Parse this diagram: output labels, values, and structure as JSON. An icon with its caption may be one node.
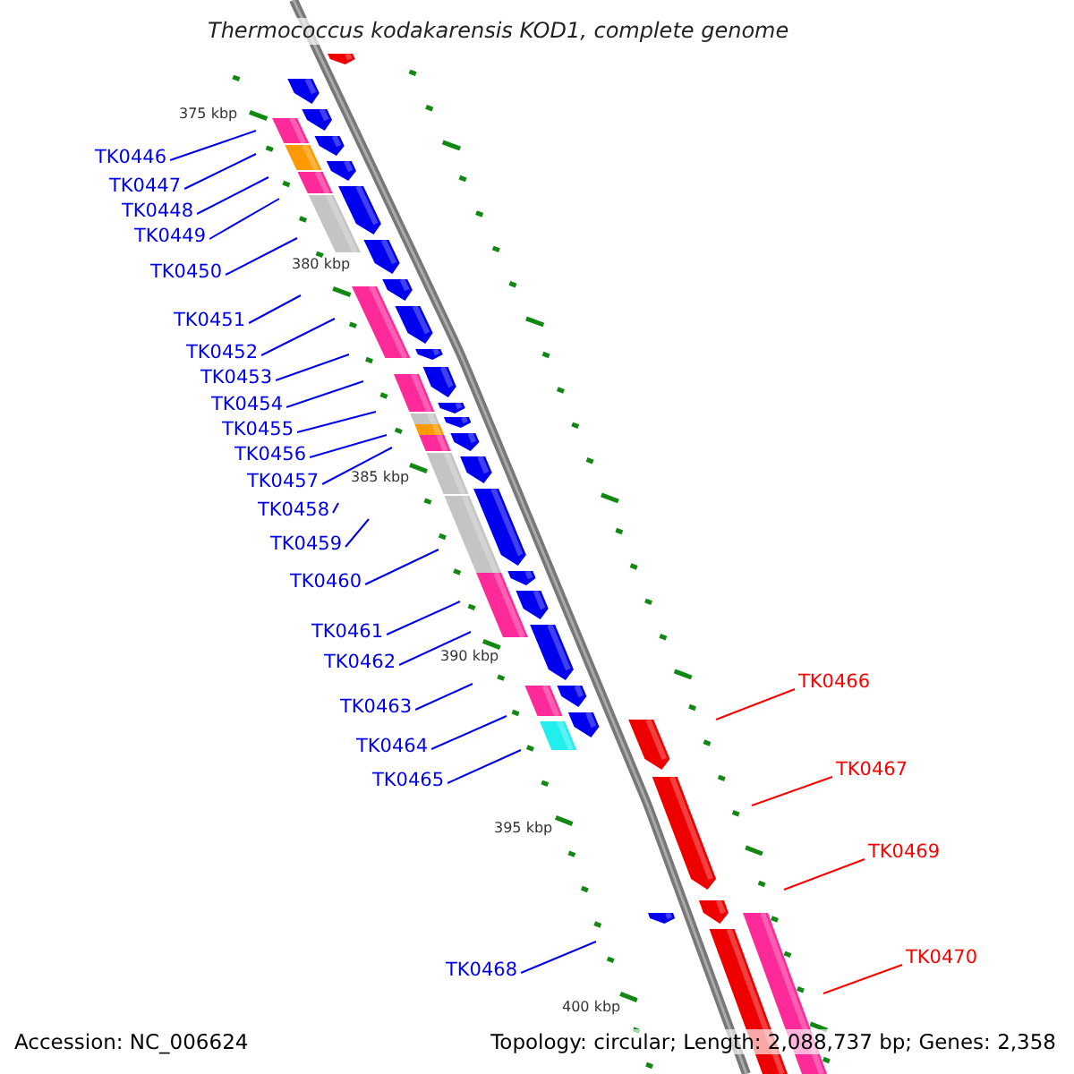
{
  "diagram": {
    "title": "Thermococcus kodakarensis KOD1, complete genome",
    "nodes": [
      {
        "text": [
          "TK0446"
        ]
      },
      {
        "text": [
          "TK0447"
        ]
      },
      {
        "text": [
          "TK0448"
        ]
      },
      {
        "text": [
          "TK0449"
        ]
      },
      {
        "text": [
          "TK0450"
        ]
      },
      {
        "text": [
          "TK0451"
        ]
      },
      {
        "text": [
          "TK0452"
        ]
      },
      {
        "text": [
          "TK0453"
        ]
      },
      {
        "text": [
          "TK0454"
        ]
      },
      {
        "text": [
          "TK0455"
        ]
      },
      {
        "text": [
          "TK0456"
        ]
      },
      {
        "text": [
          "TK0457"
        ]
      },
      {
        "text": [
          "TK0458"
        ]
      },
      {
        "text": [
          "TK0459"
        ]
      },
      {
        "text": [
          "TK0460"
        ]
      },
      {
        "text": [
          "TK0461"
        ]
      },
      {
        "text": [
          "TK0462"
        ]
      },
      {
        "text": [
          "TK0463"
        ]
      },
      {
        "text": [
          "TK0464"
        ]
      },
      {
        "text": [
          "TK0465"
        ]
      },
      {
        "text": [
          "TK0466"
        ]
      },
      {
        "text": [
          "TK0467"
        ]
      },
      {
        "text": [
          "TK0468"
        ]
      },
      {
        "text": [
          "TK0469"
        ]
      },
      {
        "text": [
          "TK0470"
        ]
      }
    ],
    "edges": [
      {
        "from": 0,
        "to": null,
        "arrow": "none"
      },
      {
        "from": 1,
        "to": null,
        "arrow": "none"
      },
      {
        "from": 2,
        "to": null,
        "arrow": "none"
      },
      {
        "from": 3,
        "to": null,
        "arrow": "none"
      },
      {
        "from": 4,
        "to": null,
        "arrow": "none"
      },
      {
        "from": 5,
        "to": null,
        "arrow": "none"
      },
      {
        "from": 6,
        "to": null,
        "arrow": "none"
      },
      {
        "from": 7,
        "to": null,
        "arrow": "none"
      },
      {
        "from": 8,
        "to": null,
        "arrow": "none"
      },
      {
        "from": 9,
        "to": null,
        "arrow": "none"
      },
      {
        "from": 10,
        "to": null,
        "arrow": "none"
      },
      {
        "from": 11,
        "to": null,
        "arrow": "none"
      },
      {
        "from": 12,
        "to": null,
        "arrow": "none"
      },
      {
        "from": 13,
        "to": null,
        "arrow": "none"
      },
      {
        "from": 14,
        "to": null,
        "arrow": "none"
      },
      {
        "from": 15,
        "to": null,
        "arrow": "none"
      },
      {
        "from": 16,
        "to": null,
        "arrow": "none"
      },
      {
        "from": 17,
        "to": null,
        "arrow": "none"
      },
      {
        "from": 18,
        "to": null,
        "arrow": "none"
      },
      {
        "from": 19,
        "to": null,
        "arrow": "none"
      },
      {
        "from": 20,
        "to": null,
        "arrow": "none",
        "color": "#ff0000"
      },
      {
        "from": 21,
        "to": null,
        "arrow": "none",
        "color": "#ff0000"
      },
      {
        "from": 22,
        "to": null,
        "arrow": "none"
      },
      {
        "from": 23,
        "to": null,
        "arrow": "none",
        "color": "#ff0000"
      },
      {
        "from": 24,
        "to": null,
        "arrow": "none",
        "color": "#ff0000"
      }
    ],
    "labels": [
      "375 kbp",
      "380 kbp",
      "385 kbp",
      "390 kbp",
      "395 kbp",
      "400 kbp",
      "Accession: NC_006624",
      "Topology: circular; Length: 2,088,737 bp; Genes: 2,358"
    ]
  }
}
